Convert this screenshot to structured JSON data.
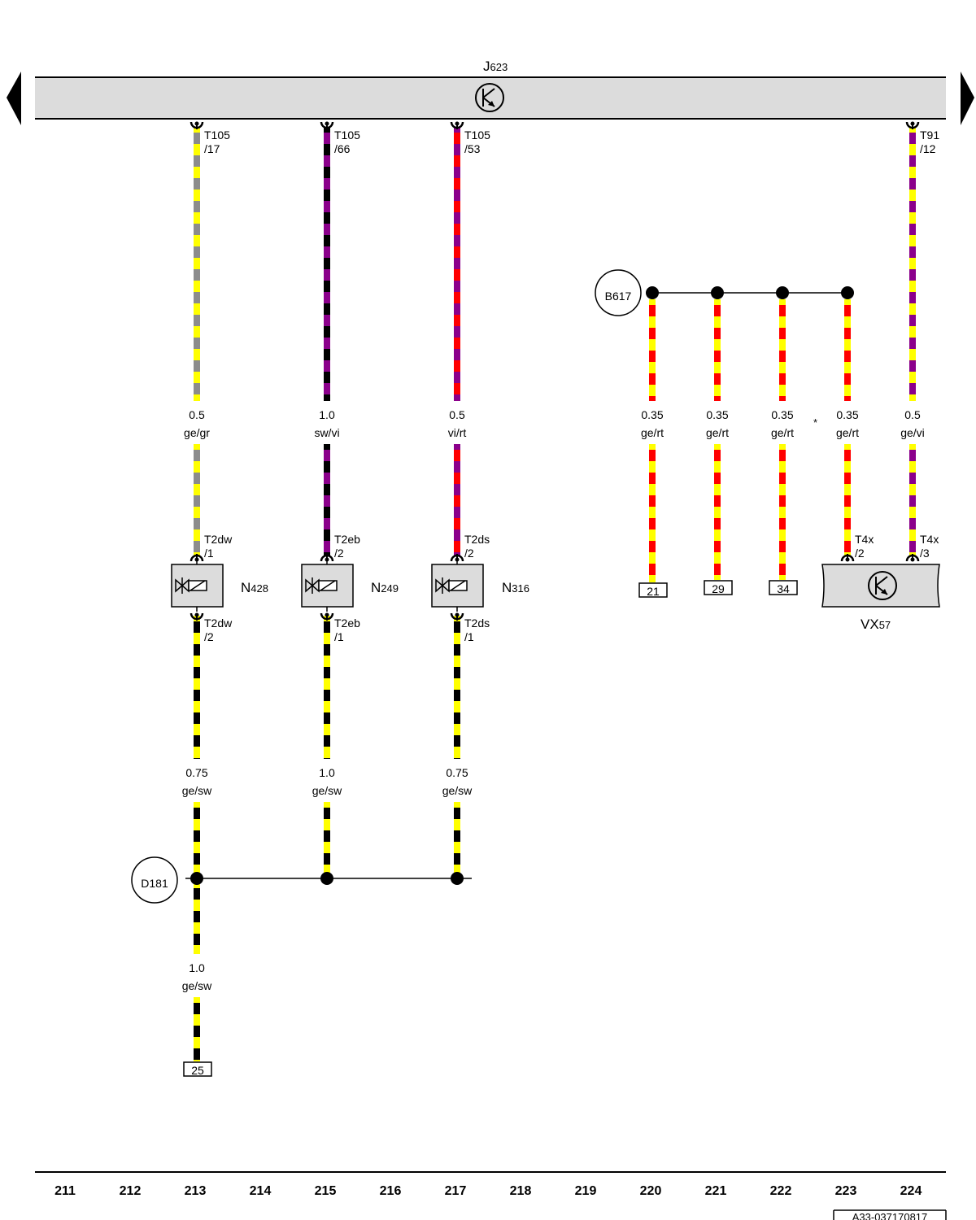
{
  "header": {
    "ecu_label": "J",
    "ecu_sub": "623"
  },
  "nav": {
    "prev_icon": "triangle-left-icon",
    "next_icon": "triangle-right-icon"
  },
  "colors": {
    "ge": "#ffff00",
    "gr": "#8c8c8c",
    "sw": "#000000",
    "vi": "#8b008b",
    "rt": "#ff0000",
    "component_fill": "#dcdcdc"
  },
  "wires": [
    {
      "id": "w213a",
      "top_pin": [
        "T105",
        "/17"
      ],
      "size": "0.5",
      "color": "ge/gr"
    },
    {
      "id": "w215a",
      "top_pin": [
        "T105",
        "/66"
      ],
      "size": "1.0",
      "color": "sw/vi"
    },
    {
      "id": "w217a",
      "top_pin": [
        "T105",
        "/53"
      ],
      "size": "0.5",
      "color": "vi/rt"
    },
    {
      "id": "w224",
      "top_pin": [
        "T91",
        "/12"
      ],
      "size": "0.5",
      "color": "ge/vi"
    },
    {
      "id": "w220",
      "size": "0.35",
      "color": "ge/rt",
      "terminal": "21"
    },
    {
      "id": "w221",
      "size": "0.35",
      "color": "ge/rt",
      "terminal": "29"
    },
    {
      "id": "w222",
      "size": "0.35",
      "color": "ge/rt",
      "terminal": "34"
    },
    {
      "id": "w223",
      "size": "0.35",
      "color": "ge/rt"
    },
    {
      "id": "w213b",
      "size": "0.75",
      "color": "ge/sw"
    },
    {
      "id": "w215b",
      "size": "1.0",
      "color": "ge/sw"
    },
    {
      "id": "w217b",
      "size": "0.75",
      "color": "ge/sw"
    },
    {
      "id": "w213c",
      "size": "1.0",
      "color": "ge/sw",
      "terminal": "25"
    }
  ],
  "valves": [
    {
      "name": "N",
      "sub": "428",
      "pin_top": [
        "T2dw",
        "/1"
      ],
      "pin_bottom": [
        "T2dw",
        "/2"
      ]
    },
    {
      "name": "N",
      "sub": "249",
      "pin_top": [
        "T2eb",
        "/2"
      ],
      "pin_bottom": [
        "T2eb",
        "/1"
      ]
    },
    {
      "name": "N",
      "sub": "316",
      "pin_top": [
        "T2ds",
        "/2"
      ],
      "pin_bottom": [
        "T2ds",
        "/1"
      ]
    }
  ],
  "vx": {
    "name": "VX",
    "sub": "57",
    "pins": [
      [
        "T4x",
        "/2"
      ],
      [
        "T4x",
        "/3"
      ]
    ]
  },
  "splices": {
    "b617": "B617",
    "d181": "D181"
  },
  "asterisk": "*",
  "columns": [
    "211",
    "212",
    "213",
    "214",
    "215",
    "216",
    "217",
    "218",
    "219",
    "220",
    "221",
    "222",
    "223",
    "224"
  ],
  "footer_code": "A33-037170817"
}
